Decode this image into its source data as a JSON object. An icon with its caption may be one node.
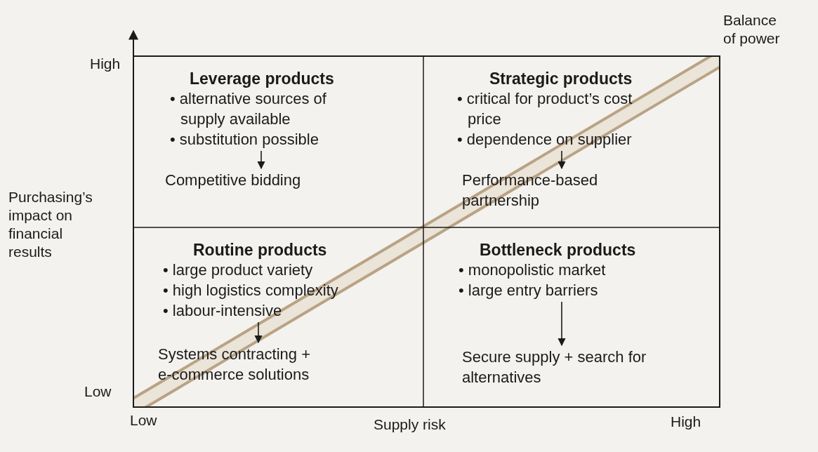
{
  "diagram": {
    "nodes": [
      {
        "text": [
          "Leverage products"
        ]
      },
      {
        "text": [
          "• alternative sources of supply available",
          "• substitution possible"
        ],
        "in": 0
      },
      {
        "text": [
          "Competitive bidding"
        ],
        "in": 0
      },
      {
        "text": [
          "Strategic products"
        ]
      },
      {
        "text": [
          "• critical for product’s cost price",
          "• dependence on supplier"
        ],
        "in": 3
      },
      {
        "text": [
          "Performance-based partnership"
        ],
        "in": 3
      },
      {
        "text": [
          "Routine products"
        ]
      },
      {
        "text": [
          "• large product variety",
          "• high logistics complexity",
          "• labour-intensive"
        ],
        "in": 6
      },
      {
        "text": [
          "Systems contracting + e-commerce solutions"
        ],
        "in": 6
      },
      {
        "text": [
          "Bottleneck products"
        ]
      },
      {
        "text": [
          "• monopolistic market",
          "• large entry barriers"
        ],
        "in": 9
      },
      {
        "text": [
          "Secure supply + search for alternatives"
        ],
        "in": 9
      }
    ],
    "edges": [
      {
        "from": 1,
        "to": 2,
        "arrow": "to"
      },
      {
        "from": 4,
        "to": 5,
        "arrow": "to"
      },
      {
        "from": 7,
        "to": 8,
        "arrow": "to"
      },
      {
        "from": 10,
        "to": 11,
        "arrow": "to"
      }
    ],
    "labels": [
      "Balance of power",
      "High",
      "Purchasing’s impact on financial results",
      "Low",
      "Low",
      "Supply risk",
      "High"
    ]
  }
}
